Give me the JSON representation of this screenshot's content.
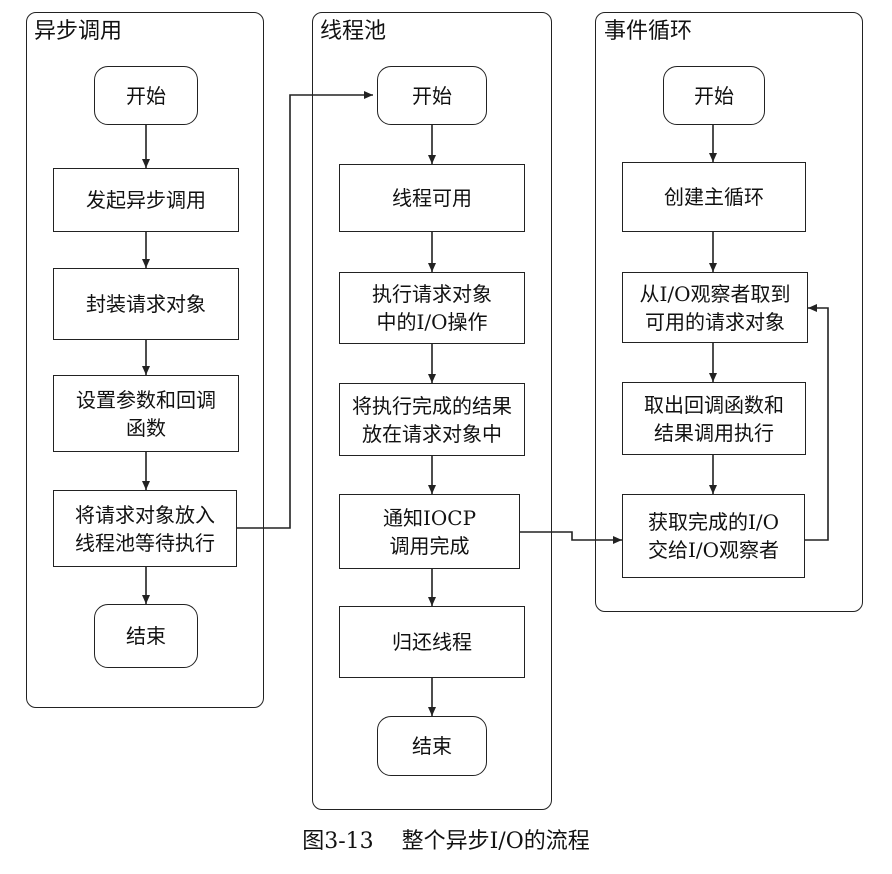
{
  "lanes": [
    {
      "title": "异步调用",
      "nodes": [
        "开始",
        "发起异步调用",
        "封装请求对象",
        "设置参数和回调\n函数",
        "将请求对象放入\n线程池等待执行",
        "结束"
      ]
    },
    {
      "title": "线程池",
      "nodes": [
        "开始",
        "线程可用",
        "执行请求对象\n中的I/O操作",
        "将执行完成的结果\n放在请求对象中",
        "通知IOCP\n调用完成",
        "归还线程",
        "结束"
      ]
    },
    {
      "title": "事件循环",
      "nodes": [
        "开始",
        "创建主循环",
        "从I/O观察者取到\n可用的请求对象",
        "取出回调函数和\n结果调用执行",
        "获取完成的I/O\n交给I/O观察者"
      ]
    }
  ],
  "caption": "图3-13    整个异步I/O的流程"
}
